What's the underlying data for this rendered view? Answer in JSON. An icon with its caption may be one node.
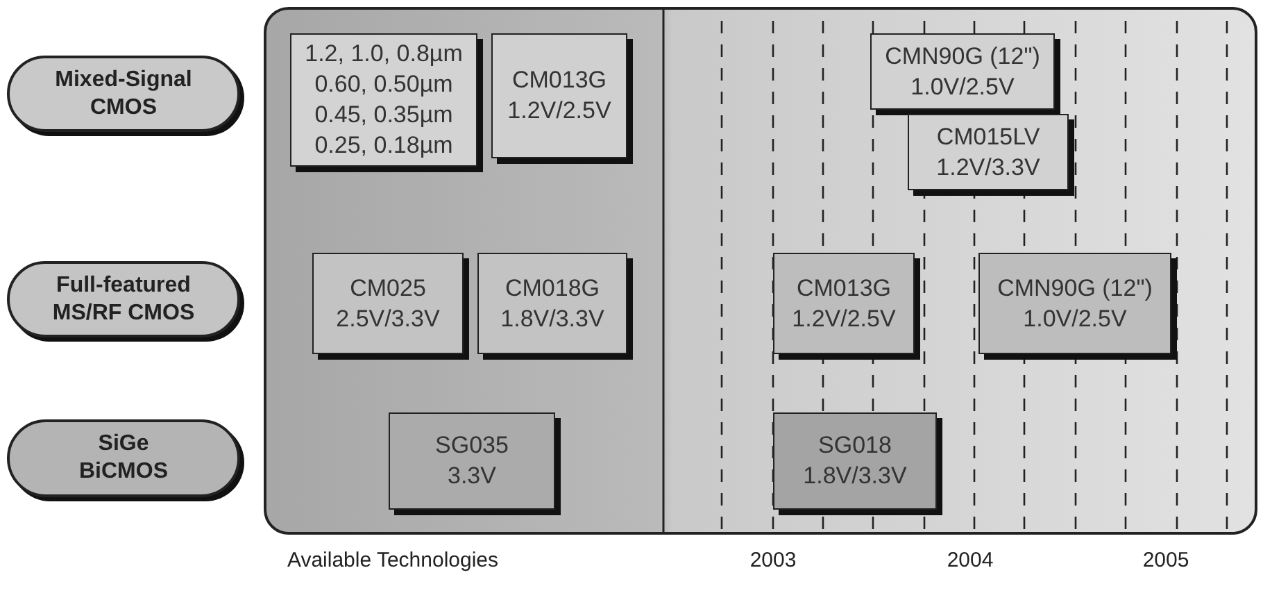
{
  "diagram": {
    "nodes": [
      {
        "text": [
          "Mixed-Signal CMOS"
        ]
      },
      {
        "text": [
          "Full-featured MS/RF CMOS"
        ]
      },
      {
        "text": [
          "SiGe BiCMOS"
        ]
      },
      {
        "text": [],
        "shape": "box"
      },
      {
        "text": [
          "1.2, 1.0, 0.8µm",
          "0.60, 0.50µm",
          "0.45, 0.35µm",
          "0.25, 0.18µm"
        ],
        "in": 3
      },
      {
        "text": [
          "CM013G",
          "1.2V/2.5V"
        ],
        "in": 3
      },
      {
        "text": [
          "CMN90G (12\")",
          "1.0V/2.5V"
        ],
        "in": 3
      },
      {
        "text": [
          "CM015LV",
          "1.2V/3.3V"
        ],
        "in": 3
      },
      {
        "text": [
          "CM025",
          "2.5V/3.3V"
        ],
        "in": 3
      },
      {
        "text": [
          "CM018G",
          "1.8V/3.3V"
        ],
        "in": 3
      },
      {
        "text": [
          "CM013G",
          "1.2V/2.5V"
        ],
        "in": 3
      },
      {
        "text": [
          "CMN90G (12\")",
          "1.0V/2.5V"
        ],
        "in": 3
      },
      {
        "text": [
          "SG035",
          "3.3V"
        ],
        "in": 3
      },
      {
        "text": [
          "SG018",
          "1.8V/3.3V"
        ],
        "in": 3
      }
    ],
    "edges": [],
    "labels": [
      "Available Technologies",
      "2003",
      "2004",
      "2005"
    ]
  }
}
